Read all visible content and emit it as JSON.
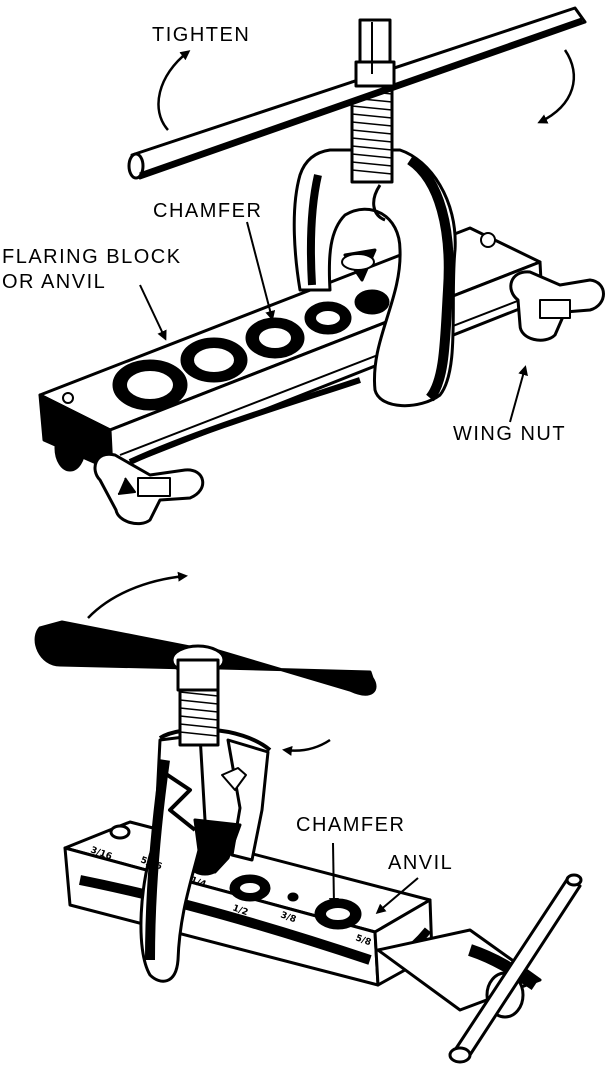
{
  "figure_1": {
    "labels": {
      "tighten": "TIGHTEN",
      "chamfer": "CHAMFER",
      "flaring_block_line1": "FLARING BLOCK",
      "flaring_block_line2": "OR ANVIL",
      "wing_nut": "WING NUT"
    }
  },
  "figure_2": {
    "labels": {
      "chamfer": "CHAMFER",
      "anvil": "ANVIL"
    },
    "hole_sizes": [
      "3/16",
      "1/4",
      "5/16",
      "3/8",
      "1/2",
      "5/8"
    ]
  },
  "colors": {
    "ink": "#000000",
    "paper": "#ffffff"
  }
}
